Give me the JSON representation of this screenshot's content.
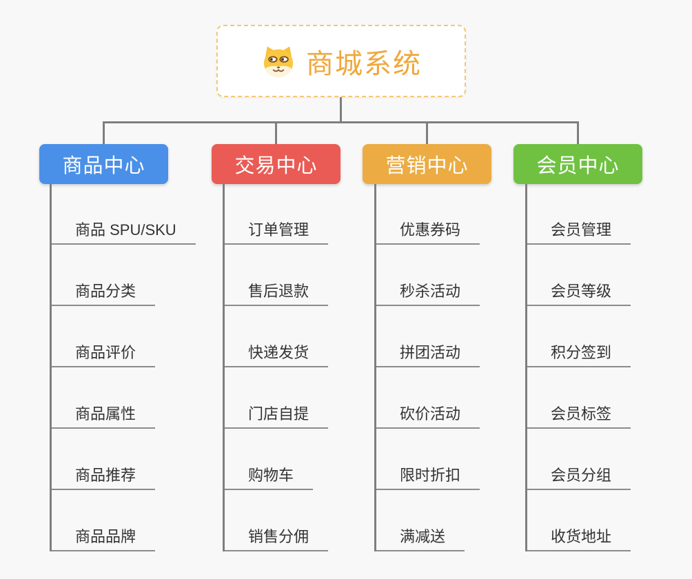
{
  "root": {
    "title": "商城系统",
    "icon": "dog-face-icon",
    "accent_color": "#f0a73c",
    "border_color": "#f3c776"
  },
  "connector_color": "#7e7e7e",
  "branches": [
    {
      "label": "商品中心",
      "color": "#4a90e8",
      "items": [
        "商品 SPU/SKU",
        "商品分类",
        "商品评价",
        "商品属性",
        "商品推荐",
        "商品品牌"
      ]
    },
    {
      "label": "交易中心",
      "color": "#ea5b55",
      "items": [
        "订单管理",
        "售后退款",
        "快递发货",
        "门店自提",
        "购物车",
        "销售分佣"
      ]
    },
    {
      "label": "营销中心",
      "color": "#ecac43",
      "items": [
        "优惠券码",
        "秒杀活动",
        "拼团活动",
        "砍价活动",
        "限时折扣",
        "满减送"
      ]
    },
    {
      "label": "会员中心",
      "color": "#70c142",
      "items": [
        "会员管理",
        "会员等级",
        "积分签到",
        "会员标签",
        "会员分组",
        "收货地址"
      ]
    }
  ]
}
